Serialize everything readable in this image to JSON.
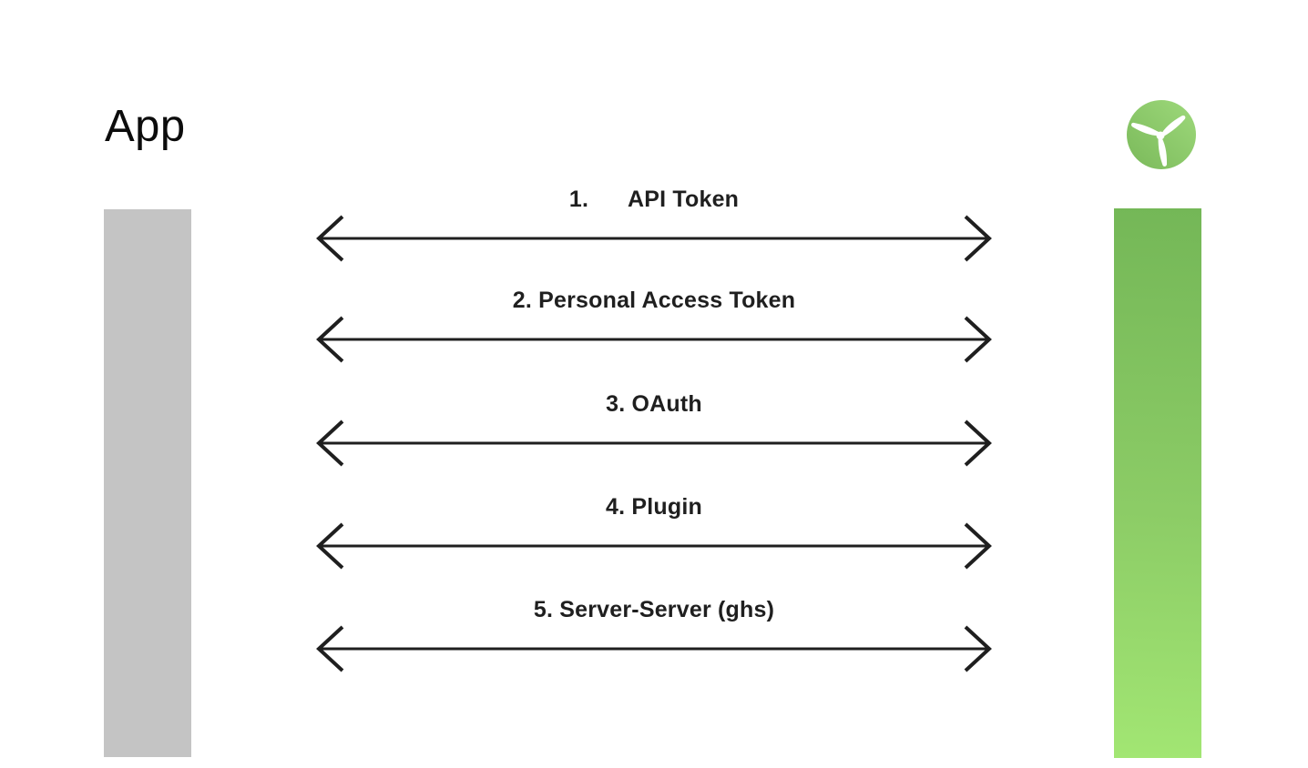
{
  "app": {
    "title": "App"
  },
  "server": {
    "logo_icon": "windmill-logo"
  },
  "connections": {
    "items": [
      "1.      API Token",
      "2. Personal Access Token",
      "3. OAuth",
      "4. Plugin",
      "5. Server-Server (ghs)"
    ]
  },
  "colors": {
    "background": "#ffffff",
    "app_bar_gray": "#c4c4c4",
    "server_bar_green_top": "#74b757",
    "server_bar_green_bottom": "#a2e673",
    "logo_green_light": "#9ed97b",
    "logo_green_dark": "#7ab95a",
    "arrow_and_text": "#1f1f1f"
  }
}
